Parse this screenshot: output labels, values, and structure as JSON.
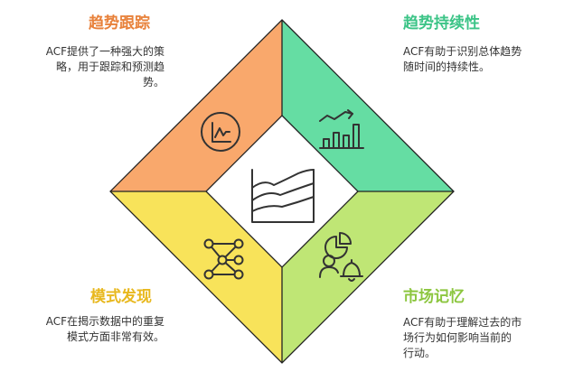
{
  "colors": {
    "orange": "#F9A86C",
    "green": "#65DDA3",
    "lime": "#BFE675",
    "yellow": "#F8E35A",
    "center": "#FFFFFF",
    "outline": "#222222"
  },
  "quadrants": {
    "top_left": {
      "title": "趋势跟踪",
      "title_color": "#E8813A",
      "desc_lines": [
        "ACF提供了一种强大的策",
        "略，用于跟踪和预测趋",
        "势。"
      ],
      "icon": "line-chart-circle-icon"
    },
    "top_right": {
      "title": "趋势持续性",
      "title_color": "#3CC487",
      "desc_lines": [
        "ACF有助于识别总体趋势",
        "随时间的持续性。"
      ],
      "icon": "bar-chart-up-trend-icon"
    },
    "bottom_left": {
      "title": "模式发现",
      "title_color": "#E8B81E",
      "desc_lines": [
        "ACF在揭示数据中的重复",
        "模式方面非常有效。"
      ],
      "icon": "node-network-icon"
    },
    "bottom_right": {
      "title": "市场记忆",
      "title_color": "#8CC63F",
      "desc_lines": [
        "ACF有助于理解过去的市",
        "场行为如何影响当前的",
        "行动。"
      ],
      "icon": "pie-person-bell-icon"
    }
  },
  "center": {
    "icon": "area-chart-icon"
  }
}
